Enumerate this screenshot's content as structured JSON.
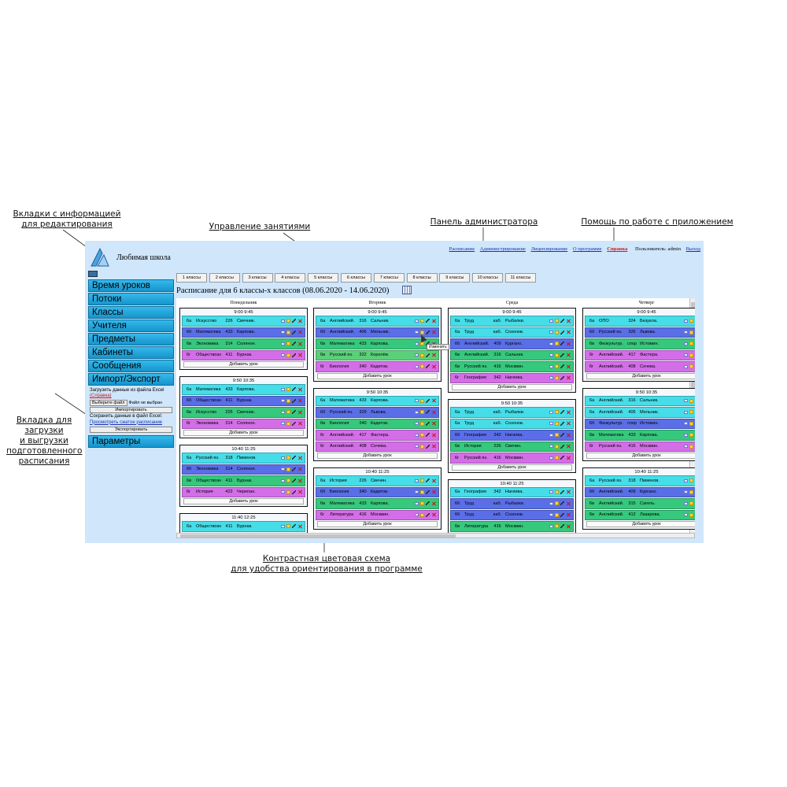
{
  "annotations": {
    "tabs_info": "Вкладки с информацией\nдля редактирования",
    "lesson_mgmt": "Управление занятиями",
    "admin_panel": "Панель администратора",
    "help": "Помощь по работе с приложением",
    "import_tab": "Вкладка для\nзагрузки\nи выгрузки\nподготовленного\nрасписания",
    "color_scheme": "Контрастная цветовая схема\nдля удобства ориентирования в программе"
  },
  "app": {
    "school_name": "Любимая школа",
    "nav": {
      "schedule": "Расписание",
      "admin": "Администрирование",
      "licensing": "Лицензирование",
      "about": "О программе",
      "help": "Справка",
      "user": "Пользователь: admin",
      "logout": "Выход"
    },
    "sidebar": [
      "Время уроков",
      "Потоки",
      "Классы",
      "Учителя",
      "Предметы",
      "Кабинеты",
      "Сообщения",
      "Импорт/Экспорт"
    ],
    "sidebar_bottom": "Параметры",
    "import_panel": {
      "load_label": "Загрузить данные из файла Excel",
      "help_link": "(Справка)",
      "choose_file": "Выберите файл",
      "no_file": "Файл не выбран",
      "import_btn": "Импортировать",
      "save_label": "Сохранить данные в файл Excel:",
      "view_link": "Просмотреть сжатое расписание",
      "export_btn": "Экспортировать"
    },
    "class_tabs": [
      "1 классы",
      "2 классы",
      "3 классы",
      "4 классы",
      "5 классы",
      "6 классы",
      "7 классы",
      "8 классы",
      "9 классы",
      "10 классы",
      "11 классы"
    ],
    "schedule_title": "Расписание для 6 классы-х классов (08.06.2020 - 14.06.2020)",
    "add_lesson": "Добавить урок",
    "tooltip": "Изменить",
    "days": [
      {
        "name": "Понедельник",
        "blocks": [
          {
            "time": "9:00  9:45",
            "rows": [
              {
                "cls": "6а",
                "subj": "Искусство",
                "room": "226",
                "teach": "Свечник.",
                "color": "c-cyan"
              },
              {
                "cls": "6б",
                "subj": "Математика",
                "room": "433",
                "teach": "Карпова.",
                "color": "c-blue"
              },
              {
                "cls": "6в",
                "subj": "Экономика",
                "room": "314",
                "teach": "Соляное.",
                "color": "c-green"
              },
              {
                "cls": "6г",
                "subj": "Обществозн.",
                "room": "411",
                "teach": "Бурнак.",
                "color": "c-violet"
              }
            ]
          },
          {
            "time": "9:50  10:35",
            "rows": [
              {
                "cls": "6а",
                "subj": "Математика",
                "room": "433",
                "teach": "Карпова.",
                "color": "c-cyan"
              },
              {
                "cls": "6б",
                "subj": "Обществозн.",
                "room": "411",
                "teach": "Бурнак.",
                "color": "c-blue"
              },
              {
                "cls": "6в",
                "subj": "Искусство",
                "room": "226",
                "teach": "Свечник.",
                "color": "c-green"
              },
              {
                "cls": "6г",
                "subj": "Экономика",
                "room": "314",
                "teach": "Соляное.",
                "color": "c-violet"
              }
            ]
          },
          {
            "time": "10:40  11:25",
            "rows": [
              {
                "cls": "6а",
                "subj": "Русский яз.",
                "room": "318",
                "teach": "Пименов.",
                "color": "c-cyan"
              },
              {
                "cls": "6б",
                "subj": "Экономика",
                "room": "314",
                "teach": "Соляное.",
                "color": "c-blue"
              },
              {
                "cls": "6в",
                "subj": "Обществозн.",
                "room": "411",
                "teach": "Бурнак.",
                "color": "c-green"
              },
              {
                "cls": "6г",
                "subj": "История",
                "room": "422",
                "teach": "Черепан.",
                "color": "c-violet"
              }
            ]
          },
          {
            "time": "11:40  12:25",
            "rows": [
              {
                "cls": "6а",
                "subj": "Обществозн.",
                "room": "411",
                "teach": "Бурнак.",
                "color": "c-cyan"
              }
            ]
          }
        ]
      },
      {
        "name": "Вторник",
        "blocks": [
          {
            "time": "9:00  9:45",
            "rows": [
              {
                "cls": "6а",
                "subj": "Английский.",
                "room": "316",
                "teach": "Сальник.",
                "color": "c-cyan"
              },
              {
                "cls": "6б",
                "subj": "Английский.",
                "room": "406",
                "teach": "Мельник.",
                "color": "c-blue"
              },
              {
                "cls": "6в",
                "subj": "Математика",
                "room": "433",
                "teach": "Карпова.",
                "color": "c-green"
              },
              {
                "cls": "6в",
                "subj": "Русский яз.",
                "room": "322",
                "teach": "Королёв.",
                "color": "c-green2"
              },
              {
                "cls": "6г",
                "subj": "Биология",
                "room": "340",
                "teach": "Кадетов.",
                "color": "c-violet"
              }
            ]
          },
          {
            "time": "9:50  10:35",
            "rows": [
              {
                "cls": "6а",
                "subj": "Математика",
                "room": "433",
                "teach": "Карпова.",
                "color": "c-cyan"
              },
              {
                "cls": "6б",
                "subj": "Русский яз.",
                "room": "329",
                "teach": "Львова.",
                "color": "c-blue"
              },
              {
                "cls": "6в",
                "subj": "Биология",
                "room": "340",
                "teach": "Кадетов.",
                "color": "c-green"
              },
              {
                "cls": "6г",
                "subj": "Английский.",
                "room": "417",
                "teach": "Фастера.",
                "color": "c-violet"
              },
              {
                "cls": "6г",
                "subj": "Английский.",
                "room": "408",
                "teach": "Сочева.",
                "color": "c-violet"
              }
            ]
          },
          {
            "time": "10:40  11:25",
            "rows": [
              {
                "cls": "6а",
                "subj": "История",
                "room": "226",
                "teach": "Свечин.",
                "color": "c-cyan"
              },
              {
                "cls": "6б",
                "subj": "Биология",
                "room": "340",
                "teach": "Кадетов.",
                "color": "c-blue"
              },
              {
                "cls": "6в",
                "subj": "Математика",
                "room": "433",
                "teach": "Карпова.",
                "color": "c-green"
              },
              {
                "cls": "6г",
                "subj": "Литература",
                "room": "416",
                "teach": "Москвин.",
                "color": "c-violet"
              }
            ]
          }
        ]
      },
      {
        "name": "Среда",
        "blocks": [
          {
            "time": "9:00  9:45",
            "rows": [
              {
                "cls": "6а",
                "subj": "Труд",
                "room": "каб.",
                "teach": "Рыбалки.",
                "color": "c-cyan"
              },
              {
                "cls": "6а",
                "subj": "Труд",
                "room": "каб.",
                "teach": "Созонов.",
                "color": "c-cyan"
              },
              {
                "cls": "6б",
                "subj": "Английский.",
                "room": "409",
                "teach": "Кургано.",
                "color": "c-blue"
              },
              {
                "cls": "6в",
                "subj": "Английский.",
                "room": "316",
                "teach": "Сальник.",
                "color": "c-green"
              },
              {
                "cls": "6в",
                "subj": "Русский яз.",
                "room": "416",
                "teach": "Москвин.",
                "color": "c-green"
              },
              {
                "cls": "6г",
                "subj": "География",
                "room": "342",
                "teach": "Нагиева.",
                "color": "c-violet"
              }
            ]
          },
          {
            "time": "9:50  10:35",
            "rows": [
              {
                "cls": "6а",
                "subj": "Труд",
                "room": "каб.",
                "teach": "Рыбалки.",
                "color": "c-cyan"
              },
              {
                "cls": "6а",
                "subj": "Труд",
                "room": "каб.",
                "teach": "Созонов.",
                "color": "c-cyan"
              },
              {
                "cls": "6б",
                "subj": "География",
                "room": "342",
                "teach": "Нагиева.",
                "color": "c-blue"
              },
              {
                "cls": "6в",
                "subj": "История",
                "room": "226",
                "teach": "Свечин.",
                "color": "c-green"
              },
              {
                "cls": "6г",
                "subj": "Русский яз.",
                "room": "416",
                "teach": "Москвин.",
                "color": "c-violet"
              }
            ]
          },
          {
            "time": "10:40  11:25",
            "rows": [
              {
                "cls": "6а",
                "subj": "География",
                "room": "342",
                "teach": "Нагиева.",
                "color": "c-cyan"
              },
              {
                "cls": "6б",
                "subj": "Труд",
                "room": "каб.",
                "teach": "Рыбалки.",
                "color": "c-blue"
              },
              {
                "cls": "6б",
                "subj": "Труд",
                "room": "каб.",
                "teach": "Созонов.",
                "color": "c-blue"
              },
              {
                "cls": "6в",
                "subj": "Литература",
                "room": "416",
                "teach": "Москвин.",
                "color": "c-green"
              }
            ]
          }
        ]
      },
      {
        "name": "Четверг",
        "blocks": [
          {
            "time": "9:00  9:45",
            "rows": [
              {
                "cls": "6а",
                "subj": "ОПО",
                "room": "324",
                "teach": "Безукла.",
                "color": "c-cyan"
              },
              {
                "cls": "6б",
                "subj": "Русский яз.",
                "room": "326",
                "teach": "Львова.",
                "color": "c-blue"
              },
              {
                "cls": "6в",
                "subj": "Физкультур.",
                "room": "спор",
                "teach": "Истомин.",
                "color": "c-green"
              },
              {
                "cls": "6г",
                "subj": "Английский.",
                "room": "417",
                "teach": "Фастера.",
                "color": "c-violet"
              },
              {
                "cls": "6г",
                "subj": "Английский.",
                "room": "408",
                "teach": "Сочева.",
                "color": "c-violet"
              }
            ]
          },
          {
            "time": "9:50  10:35",
            "rows": [
              {
                "cls": "6а",
                "subj": "Английский.",
                "room": "316",
                "teach": "Сальник.",
                "color": "c-cyan"
              },
              {
                "cls": "6а",
                "subj": "Английский.",
                "room": "406",
                "teach": "Мельник.",
                "color": "c-cyan"
              },
              {
                "cls": "6б",
                "subj": "Физкультур.",
                "room": "спор",
                "teach": "Истомин.",
                "color": "c-blue"
              },
              {
                "cls": "6в",
                "subj": "Математика",
                "room": "433",
                "teach": "Карпова.",
                "color": "c-green"
              },
              {
                "cls": "6г",
                "subj": "Русский яз.",
                "room": "416",
                "teach": "Москвин.",
                "color": "c-violet"
              }
            ]
          },
          {
            "time": "10:40  11:25",
            "rows": [
              {
                "cls": "6а",
                "subj": "Русский яз.",
                "room": "318",
                "teach": "Пименов.",
                "color": "c-cyan"
              },
              {
                "cls": "6б",
                "subj": "Английский.",
                "room": "409",
                "teach": "Кургано.",
                "color": "c-blue"
              },
              {
                "cls": "6в",
                "subj": "Английский.",
                "room": "315",
                "teach": "Сагель.",
                "color": "c-green"
              },
              {
                "cls": "6в",
                "subj": "Английский.",
                "room": "412",
                "teach": "Лазарева.",
                "color": "c-green"
              }
            ]
          }
        ]
      }
    ]
  }
}
